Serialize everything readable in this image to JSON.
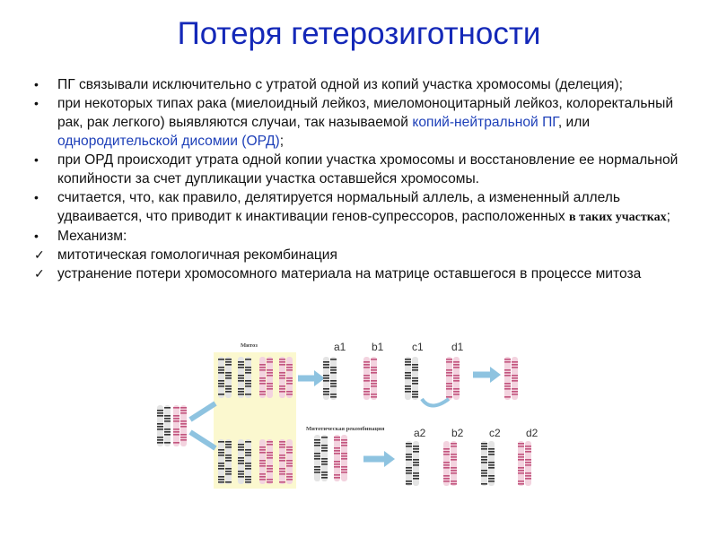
{
  "title": "Потеря гетерозиготности",
  "bullets": [
    {
      "marker": "•",
      "parts": [
        {
          "t": "ПГ связывали исключительно с утратой одной из копий участка хромосомы (делеция);"
        }
      ]
    },
    {
      "marker": "•",
      "parts": [
        {
          "t": "при некоторых типах рака (миелоидный лейкоз, миеломоноцитарный лейкоз, колоректальный рак, рак легкого) выявляются случаи, так называемой "
        },
        {
          "t": "копий-нейтральной ПГ",
          "blue": true
        },
        {
          "t": ", или "
        },
        {
          "t": "однородительской дисомии (ОРД)",
          "blue": true
        },
        {
          "t": ";"
        }
      ]
    },
    {
      "marker": "•",
      "parts": [
        {
          "t": "при ОРД происходит утрата одной копии участка хромосомы и восстановление ее нормальной копийности за счет дупликации участка оставшейся хромосомы."
        }
      ]
    },
    {
      "marker": "•",
      "parts": [
        {
          "t": "считается, что, как правило, делятируется нормальный аллель, а измененный аллель удваивается, что приводит к инактивации генов-супрессоров, расположенных "
        },
        {
          "t": "в таких участках",
          "serif": true
        },
        {
          "t": ";"
        }
      ]
    },
    {
      "marker": "•",
      "parts": [
        {
          "t": "Механизм:"
        }
      ]
    },
    {
      "marker": "✓",
      "parts": [
        {
          "t": "митотическая гомологичная рекомбинация"
        }
      ]
    },
    {
      "marker": "✓",
      "parts": [
        {
          "t": "устранение потери хромосомного материала на матрице оставшегося в процессе митоза"
        }
      ]
    }
  ],
  "figure": {
    "caption_mitosis": "Митоз",
    "caption_recombination": "Митотическая рекомбинация",
    "labels_top": [
      "a1",
      "b1",
      "c1",
      "d1"
    ],
    "labels_bottom": [
      "a2",
      "b2",
      "c2",
      "d2"
    ],
    "colors": {
      "pink": "#c2547e",
      "dark": "#333333",
      "panel": "#fbf8cf",
      "arrow": "#8ec3e0"
    }
  }
}
